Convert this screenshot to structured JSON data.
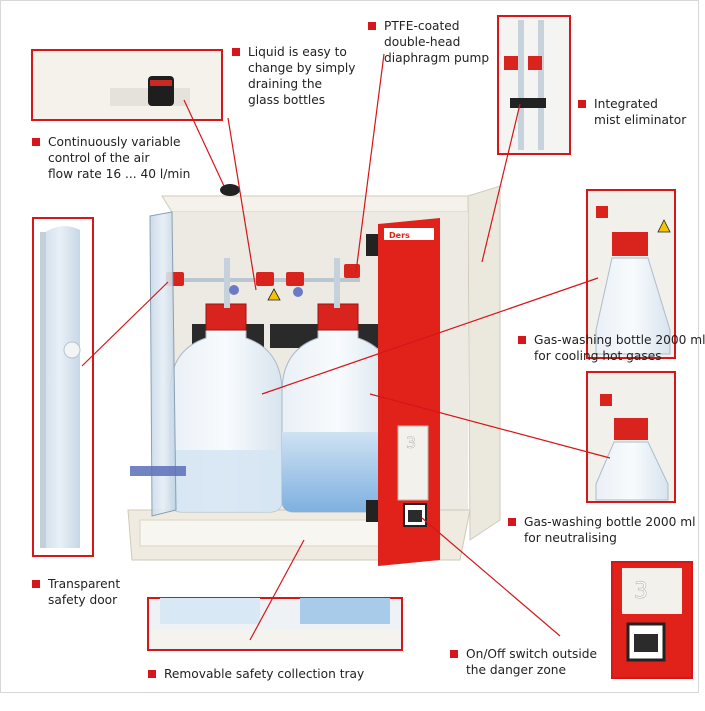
{
  "callouts": {
    "liquid": [
      "Liquid is easy to",
      "change by simply",
      "draining the",
      "glass bottles"
    ],
    "ptfe": [
      "PTFE-coated",
      "double-head",
      "diaphragm pump"
    ],
    "mist": [
      "Integrated",
      "mist eliminator"
    ],
    "airflow": [
      "Continuously variable",
      "control of the air",
      "flow rate 16 ... 40 l/min"
    ],
    "cooling": [
      "Gas-washing bottle 2000 ml",
      "for cooling hot gases"
    ],
    "neutralising": [
      "Gas-washing bottle 2000 ml",
      "for neutralising"
    ],
    "door": [
      "Transparent",
      "safety door"
    ],
    "tray": [
      "Removable safety collection tray"
    ],
    "switch": [
      "On/Off switch outside",
      "the danger zone"
    ]
  },
  "device": {
    "brand_label": "Ders",
    "panel_number": "3"
  },
  "colors": {
    "accent": "#d5161a",
    "housing": "#f1eee4",
    "panel": "#e0221b",
    "glass": "#dfe9f1",
    "liquid": "#9ec3e6"
  }
}
